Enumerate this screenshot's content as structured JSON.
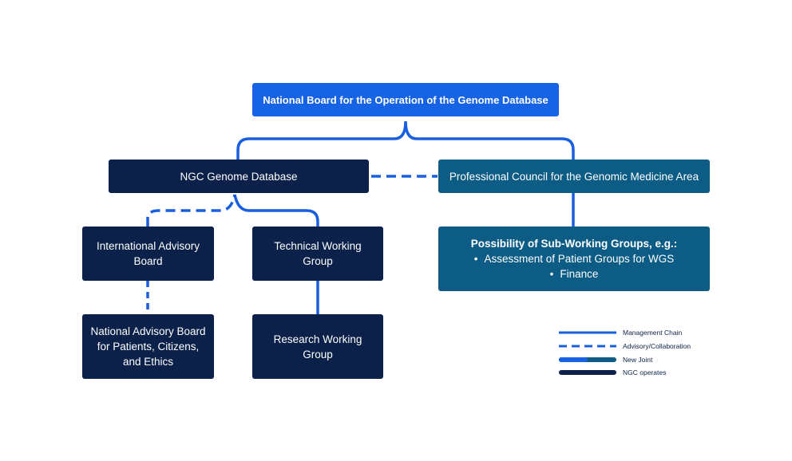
{
  "nodes": {
    "national_board": "National Board for the Operation of the Genome Database",
    "ngc_genome_database": "NGC Genome Database",
    "professional_council": "Professional Council for the Genomic Medicine Area",
    "international_advisory_board": "International Advisory Board",
    "technical_working_group": "Technical Working Group",
    "national_advisory_board": "National Advisory Board for Patients, Citizens, and Ethics",
    "research_working_group": "Research Working Group",
    "sub_working_groups": {
      "title": "Possibility of Sub-Working Groups, e.g.:",
      "items": [
        "Assessment of Patient Groups for WGS",
        "Finance"
      ]
    }
  },
  "legend": {
    "management_chain": "Management Chain",
    "advisory_collaboration": "Advisory/Collaboration",
    "new_joint": "New Joint",
    "ngc_operates": "NGC operates"
  },
  "colors": {
    "navy": "#0c2149",
    "blue": "#1763e6",
    "teal": "#0c5c86"
  }
}
